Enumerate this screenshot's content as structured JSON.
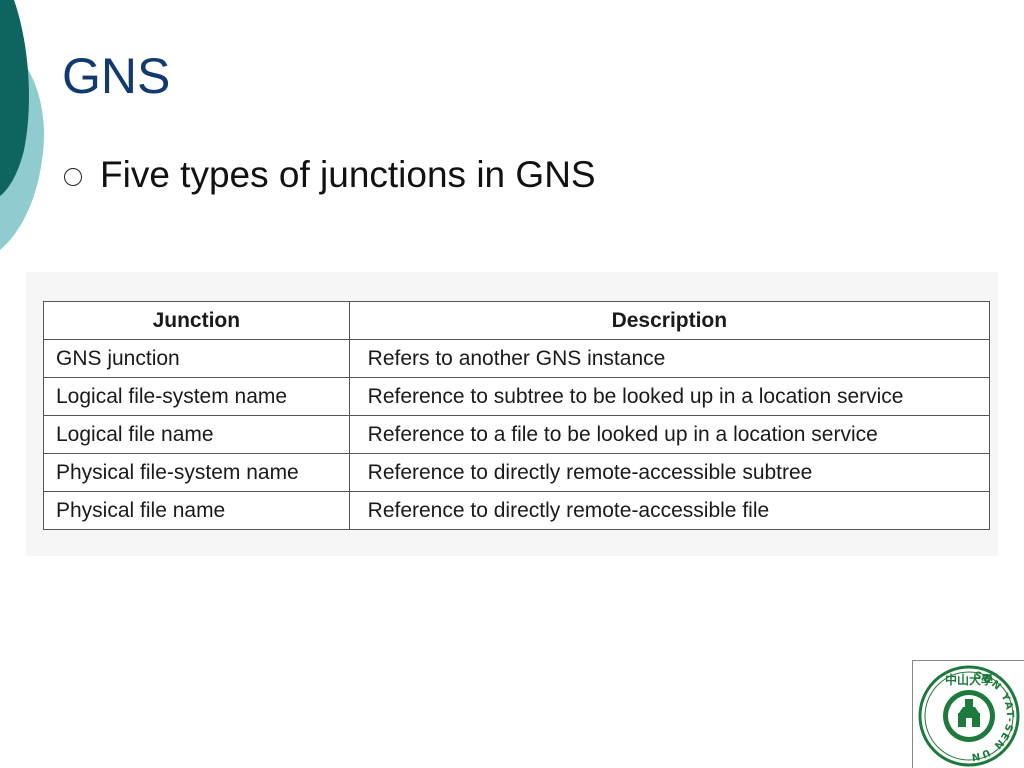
{
  "slide": {
    "title": "GNS",
    "bullet": "Five types of junctions in GNS"
  },
  "table": {
    "headers": [
      "Junction",
      "Description"
    ],
    "rows": [
      [
        "GNS junction",
        "Refers to another GNS instance"
      ],
      [
        "Logical file-system name",
        "Reference to subtree to be looked up in a location service"
      ],
      [
        "Logical file name",
        "Reference to a file to be looked up in a location service"
      ],
      [
        "Physical file-system name",
        "Reference to directly remote-accessible subtree"
      ],
      [
        "Physical file name",
        "Reference to directly remote-accessible file"
      ]
    ]
  },
  "logo": {
    "chinese_text": "中山大學",
    "ring_text": "SUN YAT-SEN UNIVERSITY",
    "icon": "university-seal-icon"
  },
  "colors": {
    "title": "#123a6e",
    "deco_dark": "#0e6461",
    "deco_light": "#8fcbcf",
    "logo_green": "#1e7a3c"
  }
}
